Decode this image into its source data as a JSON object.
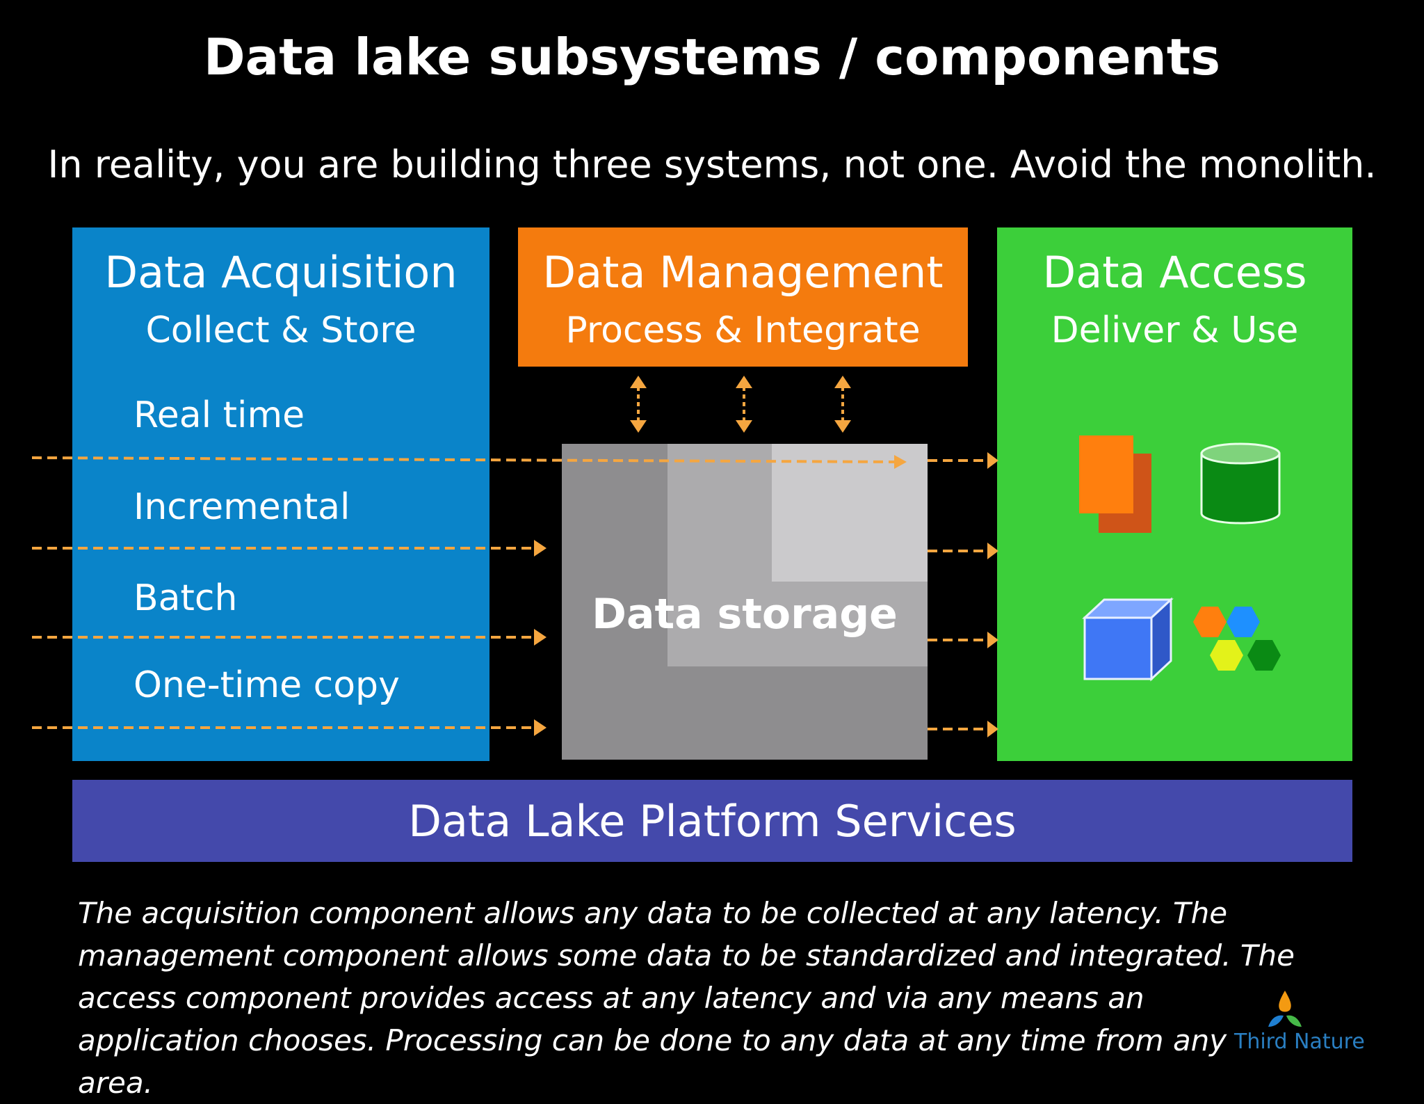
{
  "title": "Data lake subsystems / components",
  "subtitle": "In reality, you are building three systems, not one. Avoid the monolith.",
  "acquisition": {
    "title": "Data Acquisition",
    "subtitle": "Collect & Store",
    "modes": [
      "Real time",
      "Incremental",
      "Batch",
      "One-time copy"
    ],
    "color": "#0a84c9"
  },
  "management": {
    "title": "Data Management",
    "subtitle": "Process & Integrate",
    "color": "#f47b0e"
  },
  "access": {
    "title": "Data Access",
    "subtitle": "Deliver & Use",
    "color": "#3ccf3a",
    "icons": [
      "documents-icon",
      "database-icon",
      "cube-icon",
      "hexagons-icon"
    ]
  },
  "storage": {
    "label": "Data storage"
  },
  "platform": {
    "label": "Data Lake Platform Services",
    "color": "#4449ab"
  },
  "caption": "The acquisition component allows any data to be collected at any latency. The management  component allows some data to be standardized and integrated. The access component provides access at any latency and via any means an application chooses. Processing can be done to any data at any time from any area.",
  "logo": {
    "text": "Third Nature"
  },
  "arrow_color": "#f5a640"
}
